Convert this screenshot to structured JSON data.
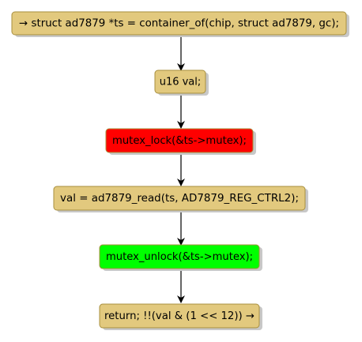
{
  "diagram": {
    "nodes": [
      {
        "id": "n1",
        "label": "→ struct ad7879 *ts = container_of(chip, struct ad7879, gc);",
        "color": "#E2C97E"
      },
      {
        "id": "n2",
        "label": "u16 val;",
        "color": "#E2C97E"
      },
      {
        "id": "n3",
        "label": "mutex_lock(&ts->mutex);",
        "color": "#FF0000"
      },
      {
        "id": "n4",
        "label": "val = ad7879_read(ts, AD7879_REG_CTRL2);",
        "color": "#E2C97E"
      },
      {
        "id": "n5",
        "label": "mutex_unlock(&ts->mutex);",
        "color": "#00FF00"
      },
      {
        "id": "n6",
        "label": "return; !!(val & (1 << 12)) →",
        "color": "#E2C97E"
      }
    ],
    "edges": [
      {
        "from": "n1",
        "to": "n2"
      },
      {
        "from": "n2",
        "to": "n3"
      },
      {
        "from": "n3",
        "to": "n4"
      },
      {
        "from": "n4",
        "to": "n5"
      },
      {
        "from": "n5",
        "to": "n6"
      }
    ],
    "colors": {
      "default_node": "#E2C97E",
      "border": "#A88F3E",
      "shadow": "#C8C8C8",
      "edge": "#000000"
    }
  }
}
